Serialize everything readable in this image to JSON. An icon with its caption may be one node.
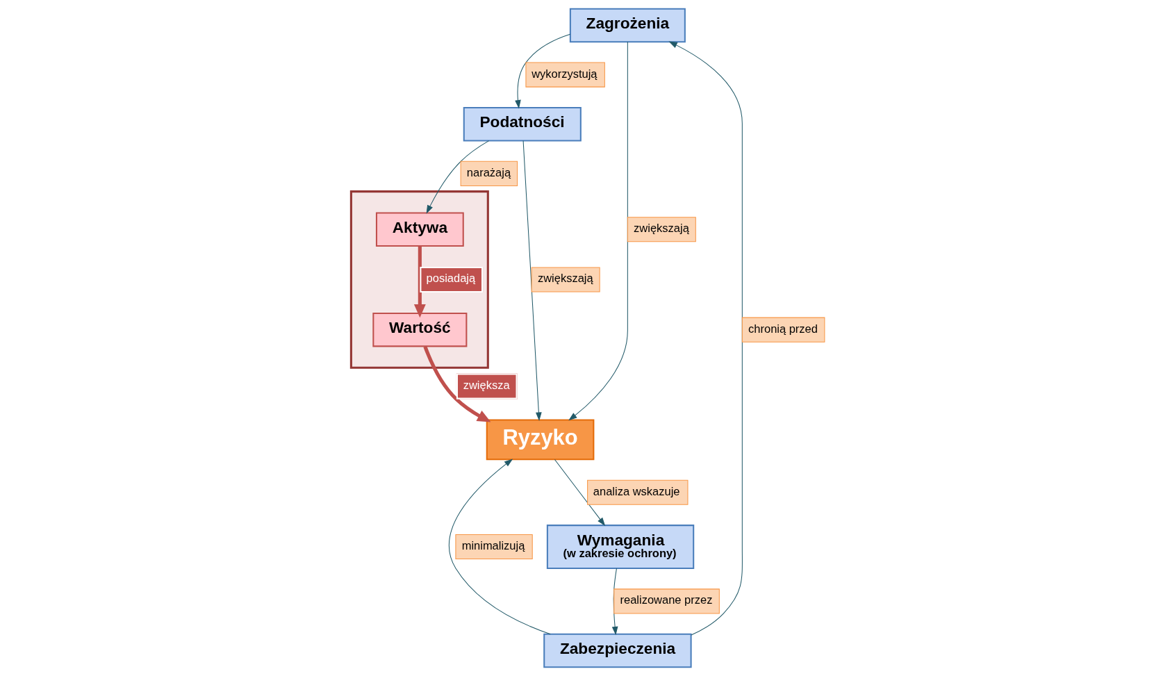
{
  "diagram": {
    "nodes": [
      {
        "text": [
          "Zagrożenia"
        ]
      },
      {
        "text": [
          "Podatności"
        ]
      },
      {
        "text": [
          "Zabezpieczenia"
        ]
      },
      {
        "text": [
          "Ryzyko"
        ]
      },
      {
        "text": [
          "Wymagania",
          "(w zakresie ochrony)"
        ]
      },
      {
        "text": [],
        "shape": "box"
      },
      {
        "text": [
          "Aktywa"
        ],
        "in": 5
      },
      {
        "text": [
          "Wartość"
        ],
        "in": 5
      }
    ],
    "edges": [
      {
        "from": 0,
        "to": 1,
        "arrow": "to",
        "label": "wykorzystują"
      },
      {
        "from": 0,
        "to": 3,
        "arrow": "to",
        "label": "zwiększają"
      },
      {
        "from": 1,
        "to": 3,
        "arrow": "to",
        "label": "zwiększają"
      },
      {
        "from": 1,
        "to": 6,
        "arrow": "to",
        "label": "narażają"
      },
      {
        "from": 2,
        "to": 0,
        "arrow": "to",
        "label": "chronią przed"
      },
      {
        "from": 2,
        "to": 3,
        "arrow": "to",
        "label": "minimalizują"
      },
      {
        "from": 4,
        "to": 2,
        "arrow": "to",
        "label": "realizowane przez"
      },
      {
        "from": 3,
        "to": 4,
        "arrow": "to",
        "label": "analiza wskazuje"
      },
      {
        "from": 6,
        "to": 7,
        "arrow": "to",
        "label": "posiadają",
        "style": "thick",
        "color": "#c0504d"
      },
      {
        "from": 7,
        "to": 3,
        "arrow": "to",
        "label": "zwiększa",
        "style": "thick",
        "color": "#c0504d"
      }
    ]
  }
}
